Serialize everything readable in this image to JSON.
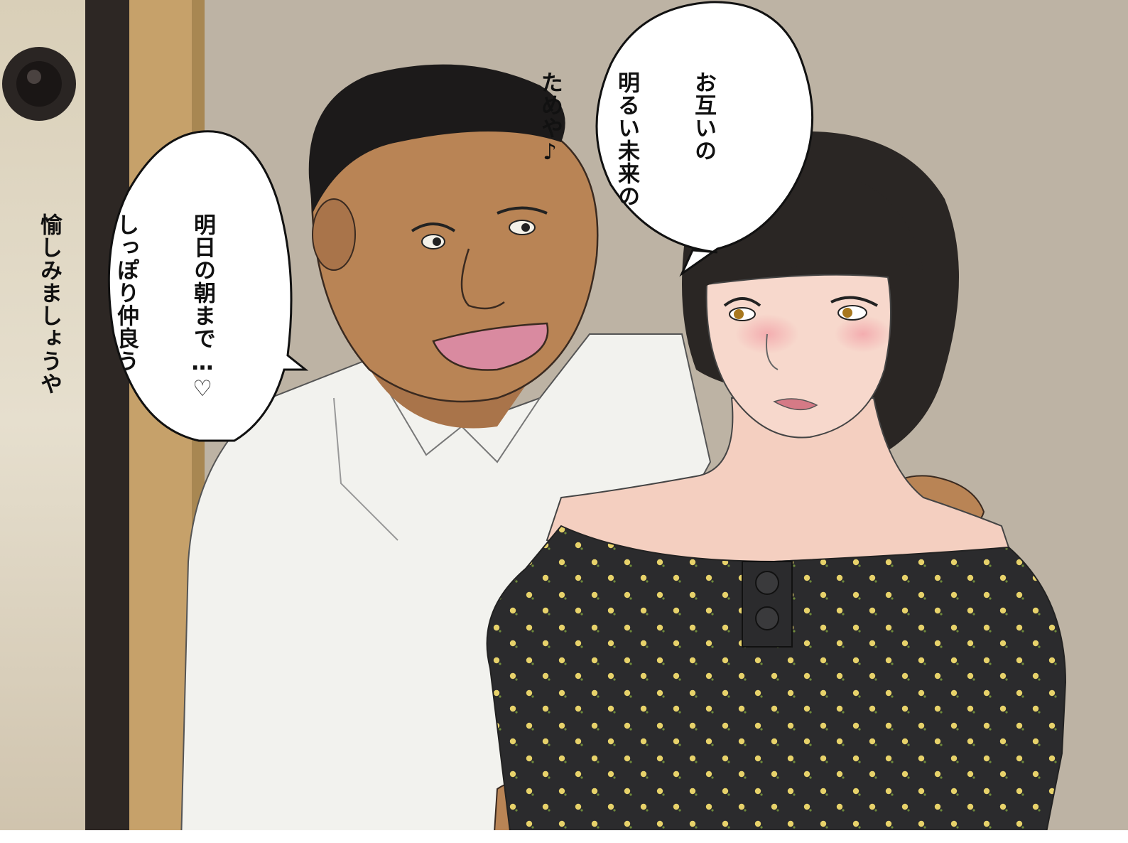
{
  "balloons": {
    "top_right": {
      "lines": [
        "お互いの",
        "明るい未来の",
        "ためや♪"
      ]
    },
    "left": {
      "lines": [
        "明日の朝まで…♡",
        "しっぽり仲良う",
        "愉しみましょうや"
      ]
    }
  },
  "colors": {
    "wall": "#bdb3a4",
    "door_frame": "#c6a16a",
    "shoji": "#d8d0bd",
    "shirt": "#f2f2ee",
    "dress": "#2b2b2d",
    "dots": "#e7d26a",
    "hair": "#2a2624",
    "skin_man": "#b98455",
    "skin_woman": "#f4cfc0"
  }
}
